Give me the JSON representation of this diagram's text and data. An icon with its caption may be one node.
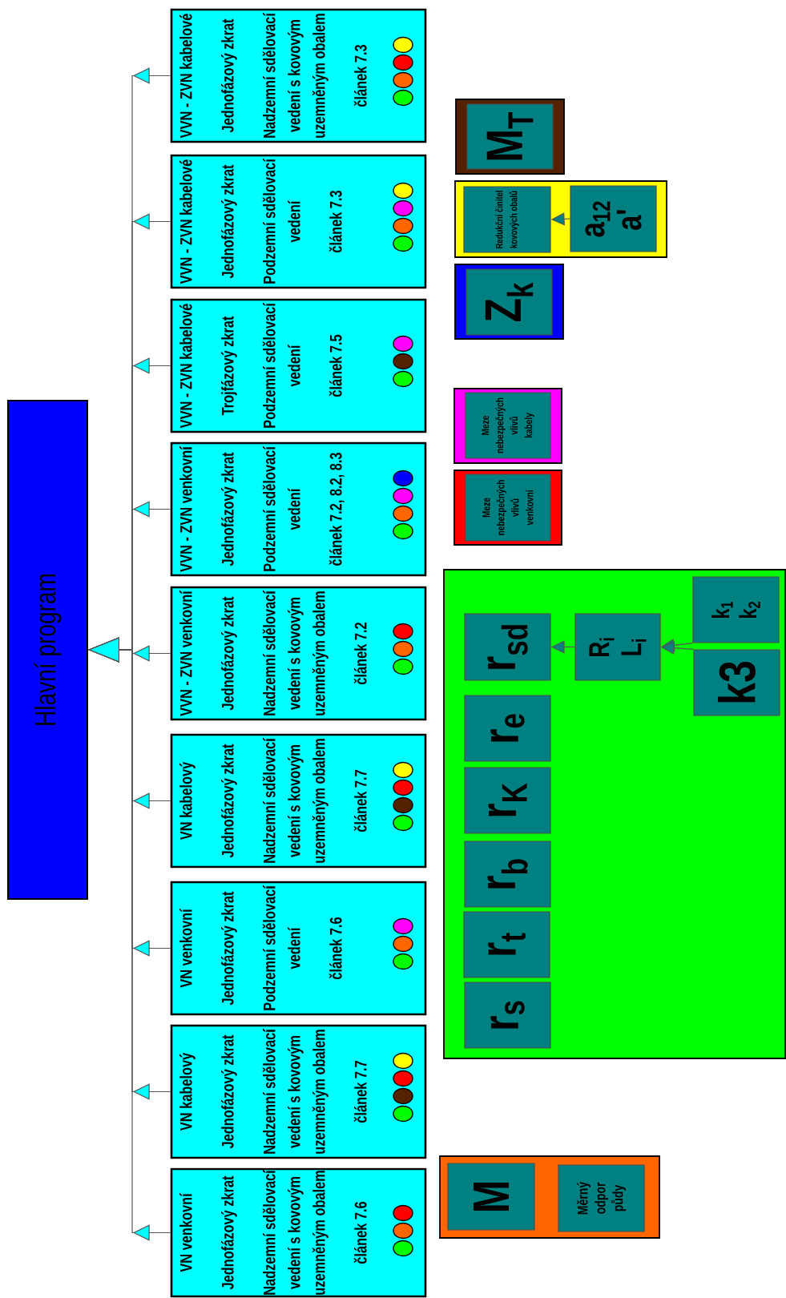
{
  "diagram": {
    "nodes": [
      {
        "text": [
          "Hlavní program"
        ]
      },
      {
        "text": [
          "VVN - ZVN kabelové",
          "Jednofázový zkrat",
          "Nadzemní sdělovací vedení s kovovým uzemněným obalem",
          "článek 7.3"
        ]
      },
      {
        "text": [],
        "shape": "circle",
        "in": 1
      },
      {
        "text": [],
        "shape": "circle",
        "in": 1
      },
      {
        "text": [],
        "shape": "circle",
        "in": 1
      },
      {
        "text": [],
        "shape": "circle",
        "in": 1
      },
      {
        "text": [
          "VVN - ZVN kabelové",
          "Jednofázový zkrat",
          "Podzemní sdělovací vedení",
          "článek 7.3"
        ]
      },
      {
        "text": [],
        "shape": "circle",
        "in": 6
      },
      {
        "text": [],
        "shape": "circle",
        "in": 6
      },
      {
        "text": [],
        "shape": "circle",
        "in": 6
      },
      {
        "text": [],
        "shape": "circle",
        "in": 6
      },
      {
        "text": [
          "VVN - ZVN kabelové",
          "Trojfázový zkrat",
          "Podzemní sdělovací vedení",
          "článek 7.5"
        ]
      },
      {
        "text": [],
        "shape": "circle",
        "in": 11
      },
      {
        "text": [],
        "shape": "circle",
        "in": 11
      },
      {
        "text": [],
        "shape": "circle",
        "in": 11
      },
      {
        "text": [
          "VVN - ZVN venkovní",
          "Jednofázový zkrat",
          "Podzemní sdělovací vedení",
          "článek 7.2, 8.2, 8.3"
        ]
      },
      {
        "text": [],
        "shape": "circle",
        "in": 15
      },
      {
        "text": [],
        "shape": "circle",
        "in": 15
      },
      {
        "text": [],
        "shape": "circle",
        "in": 15
      },
      {
        "text": [],
        "shape": "circle",
        "in": 15
      },
      {
        "text": [
          "VVN - ZVN venkovní",
          "Jednofázový zkrat",
          "Nadzemní sdělovací vedení s kovovým uzemněným obalem",
          "článek 7.2"
        ]
      },
      {
        "text": [],
        "shape": "circle",
        "in": 20
      },
      {
        "text": [],
        "shape": "circle",
        "in": 20
      },
      {
        "text": [],
        "shape": "circle",
        "in": 20
      },
      {
        "text": [
          "VN kabelový",
          "Jednofázový zkrat",
          "Nadzemní sdělovací vedení s kovovým uzemněným obalem",
          "článek 7.7"
        ]
      },
      {
        "text": [],
        "shape": "circle",
        "in": 24
      },
      {
        "text": [],
        "shape": "circle",
        "in": 24
      },
      {
        "text": [],
        "shape": "circle",
        "in": 24
      },
      {
        "text": [],
        "shape": "circle",
        "in": 24
      },
      {
        "text": [
          "VN venkovní",
          "Jednofázový zkrat",
          "Podzemní sdělovací vedení",
          "článek 7.6"
        ]
      },
      {
        "text": [],
        "shape": "circle",
        "in": 29
      },
      {
        "text": [],
        "shape": "circle",
        "in": 29
      },
      {
        "text": [],
        "shape": "circle",
        "in": 29
      },
      {
        "text": [
          "VN kabelový",
          "Jednofázový zkrat",
          "Nadzemní sdělovací vedení s kovovým uzemněným obalem",
          "článek 7.7"
        ]
      },
      {
        "text": [],
        "shape": "circle",
        "in": 33
      },
      {
        "text": [],
        "shape": "circle",
        "in": 33
      },
      {
        "text": [],
        "shape": "circle",
        "in": 33
      },
      {
        "text": [],
        "shape": "circle",
        "in": 33
      },
      {
        "text": [
          "VN venkovní",
          "Jednofázový zkrat",
          "Nadzemní sdělovací vedení s kovovým uzemněným obalem",
          "článek 7.6"
        ]
      },
      {
        "text": [],
        "shape": "circle",
        "in": 38
      },
      {
        "text": [],
        "shape": "circle",
        "in": 38
      },
      {
        "text": [],
        "shape": "circle",
        "in": 38
      },
      {
        "text": [],
        "shape": "box"
      },
      {
        "text": [
          "M$_{T}$"
        ],
        "in": 42
      },
      {
        "text": [],
        "shape": "box"
      },
      {
        "text": [
          "Redukční činitel kovových obalů"
        ],
        "in": 44
      },
      {
        "text": [
          "a$_{12}$",
          "a'"
        ],
        "in": 44
      },
      {
        "text": [],
        "shape": "box"
      },
      {
        "text": [
          "Z$_{k}$"
        ],
        "in": 47
      },
      {
        "text": [],
        "shape": "box"
      },
      {
        "text": [
          "Meze nebezpečných vlivů kabely"
        ],
        "in": 49
      },
      {
        "text": [],
        "shape": "box"
      },
      {
        "text": [
          "Meze nebezpečných vlivů venkovní"
        ],
        "in": 51
      },
      {
        "text": [],
        "shape": "box"
      },
      {
        "text": [
          "r$_{sd}$"
        ],
        "in": 53
      },
      {
        "text": [
          "R$_{i}$",
          "L$_{i}$"
        ],
        "in": 53
      },
      {
        "text": [
          "k$_{1}$",
          "k$_{2}$"
        ],
        "in": 53
      },
      {
        "text": [
          "k3"
        ],
        "in": 53
      },
      {
        "text": [
          "r$_{e}$"
        ],
        "in": 53
      },
      {
        "text": [
          "r$_{K}$"
        ],
        "in": 53
      },
      {
        "text": [
          "r$_{b}$"
        ],
        "in": 53
      },
      {
        "text": [
          "r$_{t}$"
        ],
        "in": 53
      },
      {
        "text": [
          "r$_{s}$"
        ],
        "in": 53
      },
      {
        "text": [],
        "shape": "box"
      },
      {
        "text": [
          "M"
        ],
        "in": 63
      },
      {
        "text": [
          "Měrný odpor půdy"
        ],
        "in": 63
      }
    ],
    "edges": [
      {
        "from": 1,
        "to": 0,
        "arrow": "to"
      },
      {
        "from": 6,
        "to": 0,
        "arrow": "to"
      },
      {
        "from": 11,
        "to": 0,
        "arrow": "to"
      },
      {
        "from": 15,
        "to": 0,
        "arrow": "to"
      },
      {
        "from": 20,
        "to": 0,
        "arrow": "to"
      },
      {
        "from": 24,
        "to": 0,
        "arrow": "to"
      },
      {
        "from": 29,
        "to": 0,
        "arrow": "to"
      },
      {
        "from": 33,
        "to": 0,
        "arrow": "to"
      },
      {
        "from": 38,
        "to": 0,
        "arrow": "to"
      },
      {
        "from": 46,
        "to": 45,
        "arrow": "to"
      },
      {
        "from": 55,
        "to": 54,
        "arrow": "to"
      },
      {
        "from": 56,
        "to": 55,
        "arrow": "to"
      },
      {
        "from": 57,
        "to": 55,
        "arrow": "to"
      }
    ]
  }
}
